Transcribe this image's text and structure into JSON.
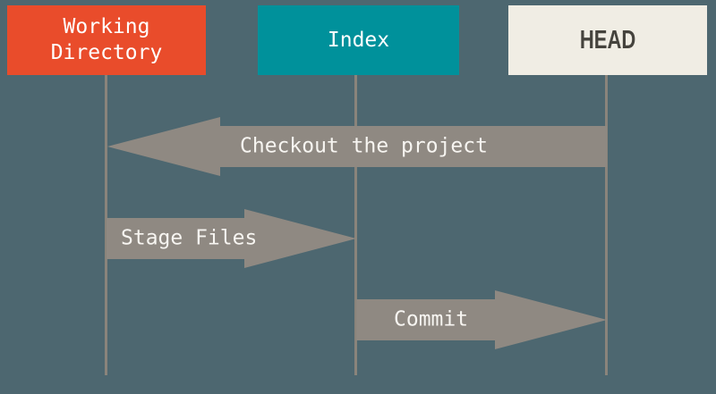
{
  "canvas": {
    "background_color": "#4D6770",
    "lifeline_color": "#8A847B",
    "arrow_color": "#8F8982"
  },
  "boxes": [
    {
      "id": "working-directory",
      "label": "Working Directory",
      "color": "#E94C2B",
      "text_color": "#FFFFFF"
    },
    {
      "id": "index",
      "label": "Index",
      "color": "#00919B",
      "text_color": "#FFFFFF"
    },
    {
      "id": "head",
      "label": "HEAD",
      "color": "#F0EDE4",
      "text_color": "#45433D"
    }
  ],
  "arrows": [
    {
      "label": "Checkout the project",
      "direction": "left",
      "from": "HEAD",
      "to": "Working Directory"
    },
    {
      "label": "Stage Files",
      "direction": "right",
      "from": "Working Directory",
      "to": "Index"
    },
    {
      "label": "Commit",
      "direction": "right",
      "from": "Index",
      "to": "HEAD"
    }
  ]
}
